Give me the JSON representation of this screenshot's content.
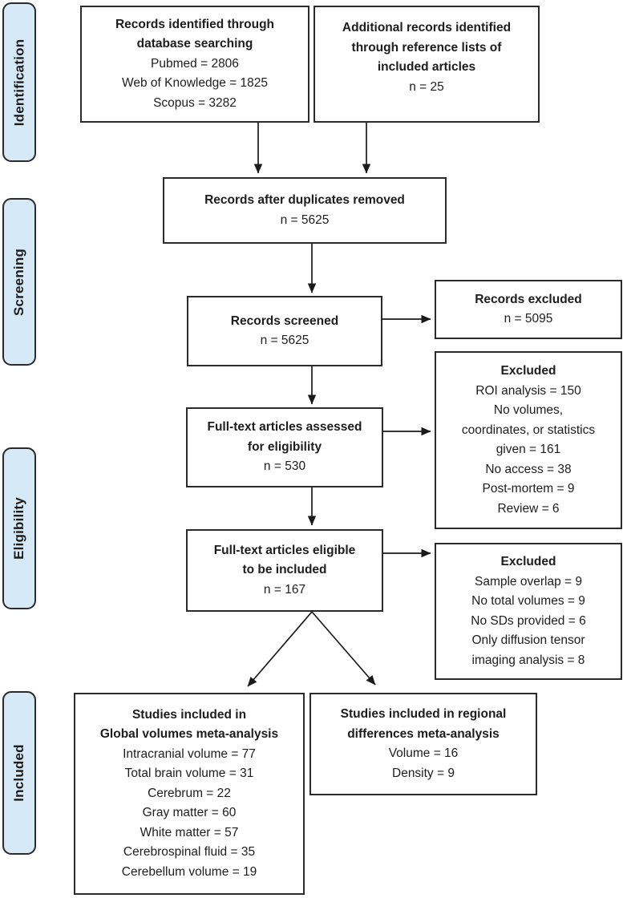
{
  "title": "PRISMA-style study selection flow diagram",
  "colors": {
    "stage_fill": "#d6e9f7",
    "border": "#2b2b2b",
    "arrow": "#1a1a1a"
  },
  "sidebar": {
    "items": [
      {
        "label": "Identification"
      },
      {
        "label": "Screening"
      },
      {
        "label": "Eligibility"
      },
      {
        "label": "Included"
      }
    ]
  },
  "boxes": {
    "db_search": {
      "title": [
        "Records identified through",
        "database searching"
      ],
      "body": [
        "Pubmed = 2806",
        "Web of Knowledge = 1825",
        "Scopus = 3282"
      ]
    },
    "additional": {
      "title": [
        "Additional records identified",
        "through reference lists of",
        "included articles"
      ],
      "body": [
        "n = 25"
      ]
    },
    "duplicates_removed": {
      "title": [
        "Records after duplicates removed"
      ],
      "body": [
        "n = 5625"
      ]
    },
    "screened": {
      "title": [
        "Records screened"
      ],
      "body": [
        "n = 5625"
      ]
    },
    "records_excluded": {
      "title": [
        "Records excluded"
      ],
      "body": [
        "n = 5095"
      ]
    },
    "fulltext_assessed": {
      "title": [
        "Full-text articles assessed",
        "for eligibility"
      ],
      "body": [
        "n = 530"
      ]
    },
    "excluded_screening": {
      "title": [
        "Excluded"
      ],
      "body": [
        "ROI analysis = 150",
        "No volumes,",
        "coordinates, or statistics",
        "given = 161",
        "No access = 38",
        "Post-mortem = 9",
        "Review = 6"
      ]
    },
    "fulltext_eligible": {
      "title": [
        "Full-text articles eligible",
        "to be included"
      ],
      "body": [
        "n = 167"
      ]
    },
    "excluded_eligibility": {
      "title": [
        "Excluded"
      ],
      "body": [
        "Sample overlap = 9",
        "No total volumes = 9",
        "No SDs provided = 6",
        "Only diffusion tensor",
        "imaging analysis = 8"
      ]
    },
    "global_volumes": {
      "title": [
        "Studies included in",
        "Global volumes meta-analysis"
      ],
      "body": [
        "Intracranial volume = 77",
        "Total brain volume = 31",
        "Cerebrum = 22",
        "Gray matter = 60",
        "White matter = 57",
        "Cerebrospinal fluid = 35",
        "Cerebellum volume = 19"
      ]
    },
    "regional_differences": {
      "title": [
        "Studies included in regional",
        "differences meta-analysis"
      ],
      "body": [
        "Volume = 16",
        "Density = 9"
      ]
    }
  }
}
